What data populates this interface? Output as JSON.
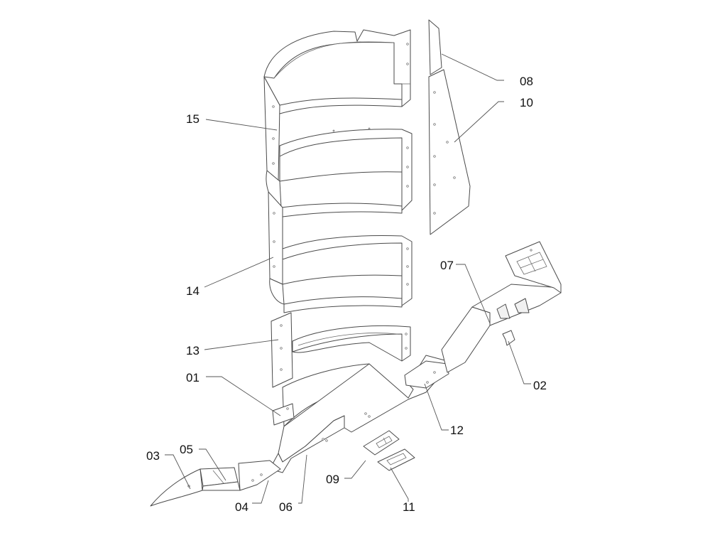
{
  "diagram": {
    "type": "exploded-parts-view",
    "callouts": [
      {
        "id": "p15",
        "text": "15"
      },
      {
        "id": "p14",
        "text": "14"
      },
      {
        "id": "p13",
        "text": "13"
      },
      {
        "id": "p01",
        "text": "01"
      },
      {
        "id": "p03",
        "text": "03"
      },
      {
        "id": "p05",
        "text": "05"
      },
      {
        "id": "p04",
        "text": "04"
      },
      {
        "id": "p06",
        "text": "06"
      },
      {
        "id": "p09",
        "text": "09"
      },
      {
        "id": "p11",
        "text": "11"
      },
      {
        "id": "p12",
        "text": "12"
      },
      {
        "id": "p02",
        "text": "02"
      },
      {
        "id": "p07",
        "text": "07"
      },
      {
        "id": "p08",
        "text": "08"
      },
      {
        "id": "p10",
        "text": "10"
      }
    ],
    "colors": {
      "line": "#4a4a4a",
      "background": "#ffffff",
      "text": "#111111"
    }
  }
}
